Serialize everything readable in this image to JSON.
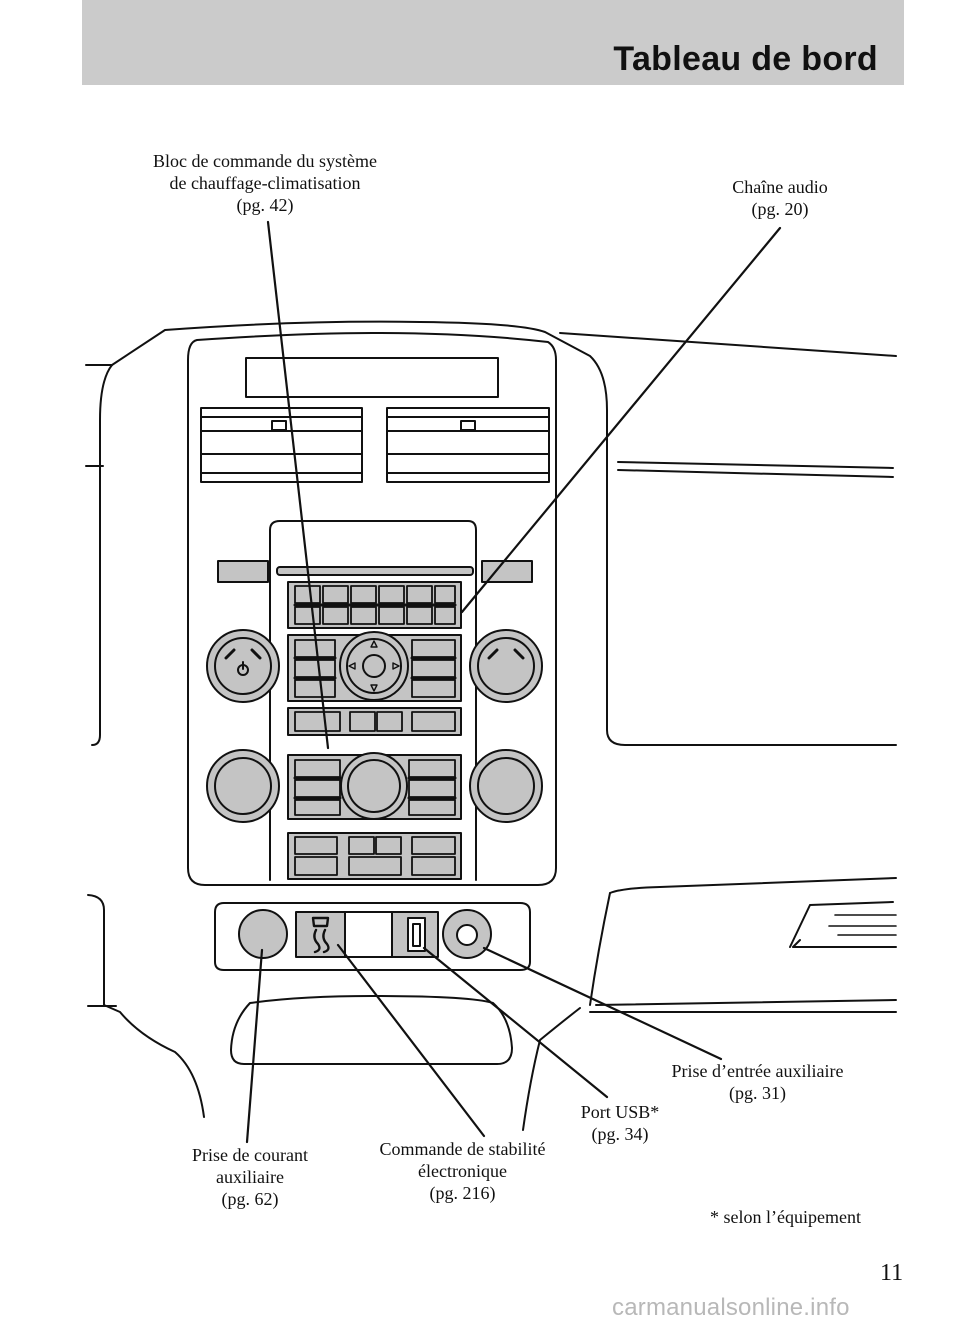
{
  "header": {
    "title": "Tableau de bord"
  },
  "callouts": {
    "climate": {
      "line1": "Bloc de commande du système",
      "line2": "de chauffage-climatisation",
      "page": "(pg. 42)"
    },
    "audio": {
      "line1": "Chaîne audio",
      "page": "(pg. 20)"
    },
    "aux_power": {
      "line1": "Prise de courant",
      "line2": "auxiliaire",
      "page": "(pg. 62)"
    },
    "stability": {
      "line1": "Commande de stabilité",
      "line2": "électronique",
      "page": "(pg. 216)"
    },
    "usb": {
      "line1": "Port USB*",
      "page": "(pg. 34)"
    },
    "aux_input": {
      "line1": "Prise d’entrée auxiliaire",
      "page": "(pg. 31)"
    }
  },
  "footnote": "* selon l’équipement",
  "page_number": "11",
  "watermark": "carmanualsonline.info",
  "icons": [
    "power-icon",
    "stability-control-icon",
    "usb-icon",
    "aux-jack-icon"
  ]
}
